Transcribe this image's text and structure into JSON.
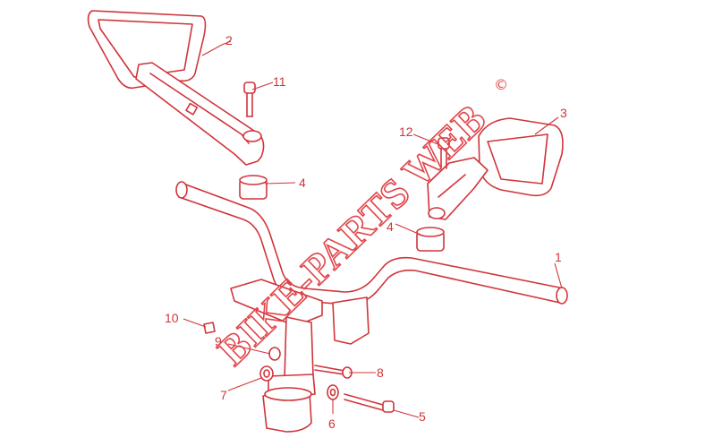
{
  "callouts": {
    "c1": "1",
    "c2": "2",
    "c3": "3",
    "c4a": "4",
    "c4b": "4",
    "c5": "5",
    "c6": "6",
    "c7": "7",
    "c8": "8",
    "c9": "9",
    "c10": "10",
    "c11": "11",
    "c12": "12"
  },
  "watermark": {
    "text": "BIKE-PARTS WEB",
    "symbol": "©"
  },
  "colors": {
    "line": "#d0343a",
    "watermark": "#e0454a",
    "background": "#ffffff"
  }
}
